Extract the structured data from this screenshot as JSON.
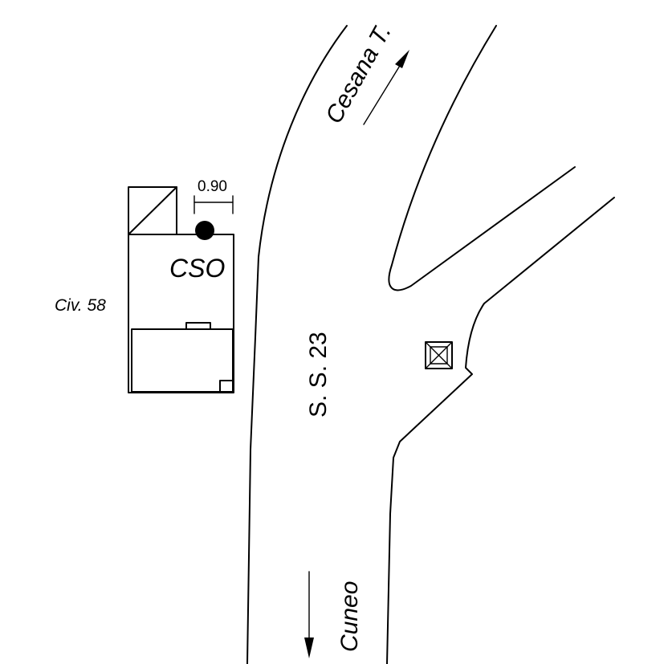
{
  "labels": {
    "direction_north": "Cesana T.",
    "direction_south": "Cuneo",
    "road": "S. S. 23",
    "building": "CSO",
    "civic": "Civ. 58",
    "dimension": "0.90"
  },
  "colors": {
    "ink": "#000000",
    "background": "#ffffff"
  },
  "icons": {
    "point_marker": "filled-circle",
    "crossed_box": "box-with-x",
    "arrows": "arrow-head"
  }
}
